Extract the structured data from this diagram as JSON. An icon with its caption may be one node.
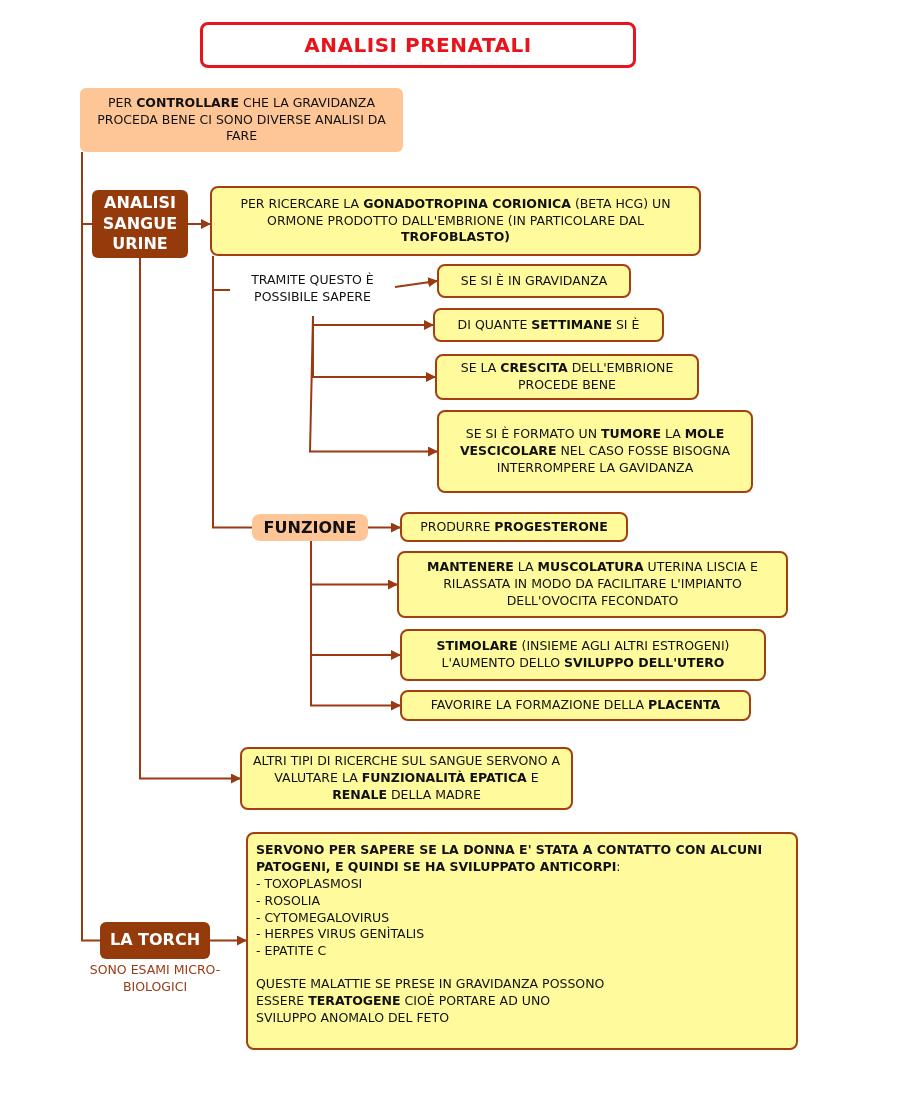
{
  "diagram": {
    "title": "ANALISI PRENATALI",
    "nodes": [
      {
        "text": [
          "PER **CONTROLLARE** CHE LA GRAVIDANZA PROCEDA BENE CI SONO DIVERSE ANALISI DA FARE"
        ]
      },
      {
        "text": [
          "ANALISI SANGUE URINE"
        ]
      },
      {
        "text": [
          "PER RICERCARE LA **GONADOTROPINA CORIONICA** (BETA HCG) UN ORMONE PRODOTTO DALL'EMBRIONE (IN PARTICOLARE DAL **TROFOBLASTO)**"
        ]
      },
      {
        "text": [
          "TRAMITE QUESTO È POSSIBILE SAPERE"
        ]
      },
      {
        "text": [
          "SE SI È IN GRAVIDANZA"
        ]
      },
      {
        "text": [
          "DI QUANTE **SETTIMANE** SI È"
        ]
      },
      {
        "text": [
          "SE LA **CRESCITA** DELL'EMBRIONE PROCEDE BENE"
        ]
      },
      {
        "text": [
          "SE SI È FORMATO UN **TUMORE** LA **MOLE VESCICOLARE** NEL CASO FOSSE BISOGNA INTERROMPERE LA GAVIDANZA"
        ]
      },
      {
        "text": [
          "FUNZIONE"
        ]
      },
      {
        "text": [
          "PRODURRE **PROGESTERONE**"
        ]
      },
      {
        "text": [
          "**MANTENERE** LA **MUSCOLATURA** UTERINA LISCIA E RILASSATA IN MODO DA FACILITARE L'IMPIANTO DELL'OVOCITA FECONDATO"
        ]
      },
      {
        "text": [
          "**STIMOLARE** (INSIEME AGLI ALTRI ESTROGENI) L'AUMENTO DELLO **SVILUPPO DELL'UTERO**"
        ]
      },
      {
        "text": [
          "FAVORIRE LA FORMAZIONE DELLA **PLACENTA**"
        ]
      },
      {
        "text": [
          "ALTRI TIPI DI RICERCHE SUL SANGUE SERVONO A VALUTARE LA **FUNZIONALITÀ EPATICA** E **RENALE** DELLA MADRE"
        ]
      },
      {
        "text": [
          "LA TORCH"
        ],
        "beside": [
          "SONO ESAMI MICRO-BIOLOGICI"
        ]
      },
      {
        "text": [
          "**SERVONO PER SAPERE SE LA DONNA E' STATA A CONTATTO CON ALCUNI PATOGENI, E QUINDI SE HA SVILUPPATO ANTICORPI**:",
          "- TOXOPLASMOSI",
          "- ROSOLIA",
          "- CYTOMEGALOVIRUS",
          "- HERPES VIRUS GENÌTALIS",
          "- EPATITE C",
          "QUESTE MALATTIE SE PRESE IN GRAVIDANZA POSSONO ESSERE **TERATOGENE** CIOÈ PORTARE AD UNO SVILUPPO ANOMALO DEL FETO"
        ]
      }
    ],
    "edges": [
      {
        "from": 0,
        "to": 1,
        "arrow": "none"
      },
      {
        "from": 0,
        "to": 14,
        "arrow": "none"
      },
      {
        "from": 1,
        "to": 2,
        "arrow": "to"
      },
      {
        "from": 2,
        "to": 3,
        "arrow": "none"
      },
      {
        "from": 2,
        "to": 8,
        "arrow": "none"
      },
      {
        "from": 3,
        "to": 4,
        "arrow": "to"
      },
      {
        "from": 3,
        "to": 5,
        "arrow": "to"
      },
      {
        "from": 3,
        "to": 6,
        "arrow": "to"
      },
      {
        "from": 3,
        "to": 7,
        "arrow": "to"
      },
      {
        "from": 8,
        "to": 9,
        "arrow": "to"
      },
      {
        "from": 8,
        "to": 10,
        "arrow": "to"
      },
      {
        "from": 8,
        "to": 11,
        "arrow": "to"
      },
      {
        "from": 8,
        "to": 12,
        "arrow": "to"
      },
      {
        "from": 1,
        "to": 13,
        "arrow": "to"
      },
      {
        "from": 14,
        "to": 15,
        "arrow": "to"
      }
    ]
  }
}
